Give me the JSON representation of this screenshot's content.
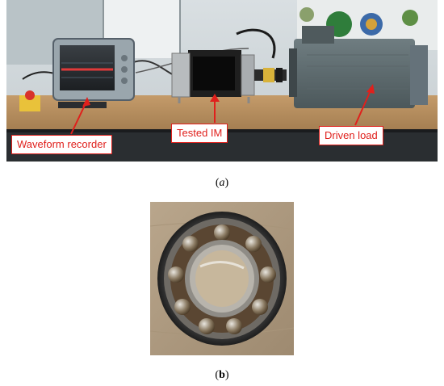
{
  "figure": {
    "panel_a": {
      "caption_open": "(",
      "caption_letter": "a",
      "caption_close": ")",
      "labels": {
        "waveform_recorder": "Waveform recorder",
        "tested_im": "Tested IM",
        "driven_load": "Driven load"
      },
      "label_color": "#e0201c"
    },
    "panel_b": {
      "caption_open": "(",
      "caption_letter": "b",
      "caption_close": ")"
    }
  }
}
